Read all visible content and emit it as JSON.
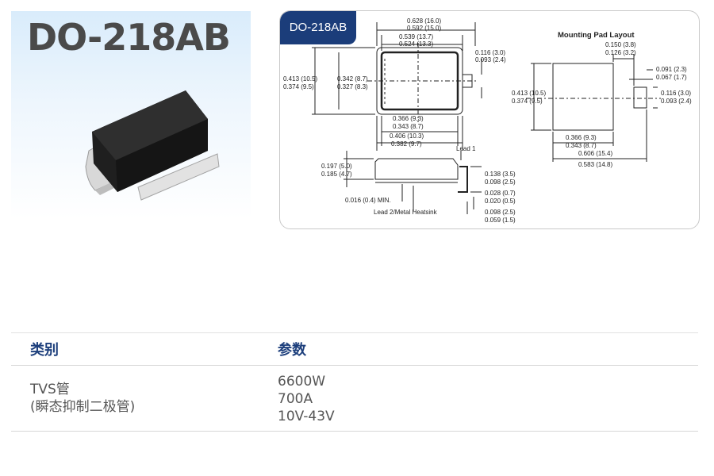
{
  "product": {
    "title": "DO-218AB"
  },
  "drawing": {
    "badge": "DO-218AB",
    "mounting_pad_title": "Mounting Pad Layout",
    "dims": {
      "w_max": "0.628 (16.0)",
      "w_min": "0.592 (15.0)",
      "body_max": "0.539 (13.7)",
      "body_min": "0.524 (13.3)",
      "tab_max": "0.116 (3.0)",
      "tab_min": "0.093 (2.4)",
      "h_max": "0.413 (10.5)",
      "h_min": "0.374 (9.5)",
      "hb_max": "0.342 (8.7)",
      "hb_min": "0.327 (8.3)",
      "ib_max": "0.366 (9.3)",
      "ib_min": "0.343 (8.7)",
      "ob_max": "0.406 (10.3)",
      "ob_min": "0.382 (9.7)",
      "side_h_max": "0.197 (5.0)",
      "side_h_min": "0.185 (4.7)",
      "gap_min": "0.016 (0.4) MIN.",
      "lead1": "Lead 1",
      "lead2": "Lead 2/Metal Heatsink",
      "lead_h_max": "0.138 (3.5)",
      "lead_h_min": "0.098 (2.5)",
      "lead_t_max": "0.028 (0.7)",
      "lead_t_min": "0.020 (0.5)",
      "lead_l_max": "0.098 (2.5)",
      "lead_l_min": "0.059 (1.5)",
      "pad_gap_max": "0.150 (3.8)",
      "pad_gap_min": "0.126 (3.2)",
      "pad_sw_max": "0.091 (2.3)",
      "pad_sw_min": "0.067 (1.7)",
      "pad_sh_max": "0.116 (3.0)",
      "pad_sh_min": "0.093 (2.4)",
      "pad_h_max": "0.413 (10.5)",
      "pad_h_min": "0.374 (9.5)",
      "pad_w_max": "0.366 (9.3)",
      "pad_w_min": "0.343 (8.7)",
      "pad_total_max": "0.606 (15.4)",
      "pad_total_min": "0.583 (14.8)"
    }
  },
  "table": {
    "headers": [
      "类别",
      "参数"
    ],
    "category_lines": [
      "TVS管",
      "(瞬态抑制二极管)"
    ],
    "param_lines": [
      "6600W",
      "700A",
      "10V-43V"
    ]
  },
  "colors": {
    "header_blue": "#1d3f7c",
    "badge_navy": "#1b3d7a"
  }
}
